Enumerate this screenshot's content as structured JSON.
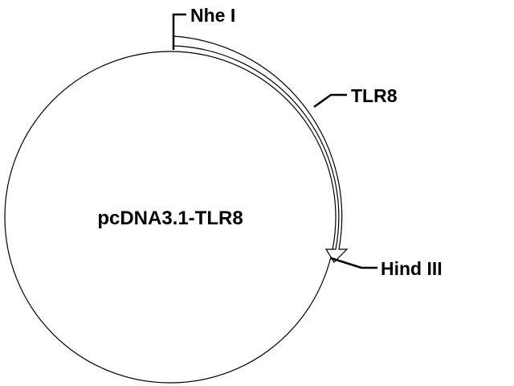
{
  "plasmid": {
    "name": "pcDNA3.1-TLR8"
  },
  "sites": {
    "nhe1": "Nhe I",
    "hind3": "Hind III"
  },
  "insert": {
    "label": "TLR8"
  }
}
